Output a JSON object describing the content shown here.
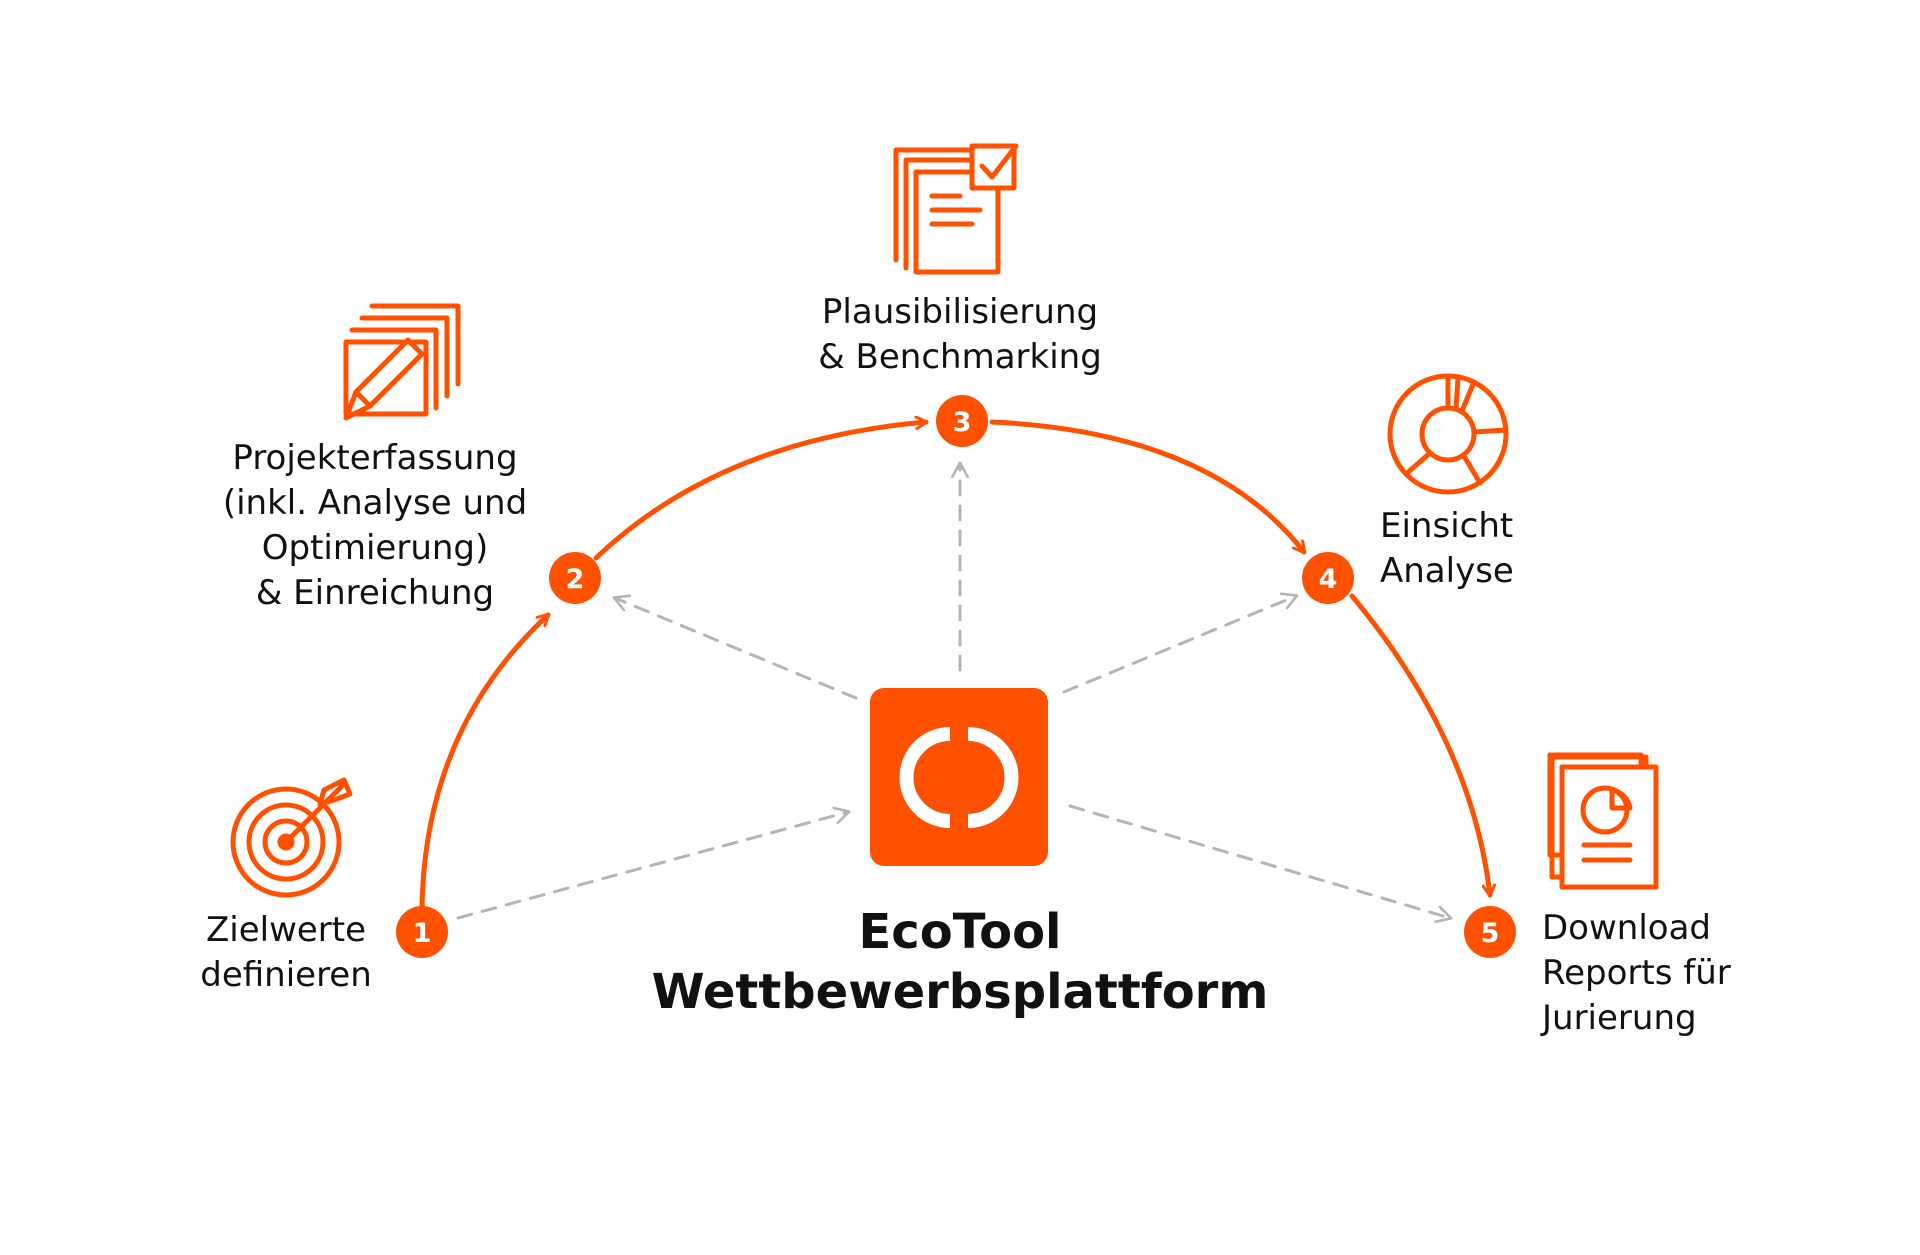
{
  "colors": {
    "accent": "#FF5100",
    "connector": "#B4B4B4",
    "text": "#111111",
    "background": "#FFFFFF"
  },
  "center": {
    "logo_icon": "ecotool-ring-icon",
    "title_line1": "EcoTool",
    "title_line2": "Wettbewerbsplattform"
  },
  "steps": [
    {
      "number": "1",
      "icon": "target-icon",
      "label_lines": [
        "Zielwerte",
        "definieren"
      ]
    },
    {
      "number": "2",
      "icon": "document-edit-icon",
      "label_lines": [
        "Projekterfassung",
        "(inkl. Analyse und",
        "Optimierung)",
        "& Einreichung"
      ]
    },
    {
      "number": "3",
      "icon": "checklist-documents-icon",
      "label_lines": [
        "Plausibilisierung",
        "& Benchmarking"
      ]
    },
    {
      "number": "4",
      "icon": "donut-chart-icon",
      "label_lines": [
        "Einsicht",
        "Analyse"
      ]
    },
    {
      "number": "5",
      "icon": "report-pie-icon",
      "label_lines": [
        "Download",
        "Reports für",
        "Jurierung"
      ]
    }
  ]
}
